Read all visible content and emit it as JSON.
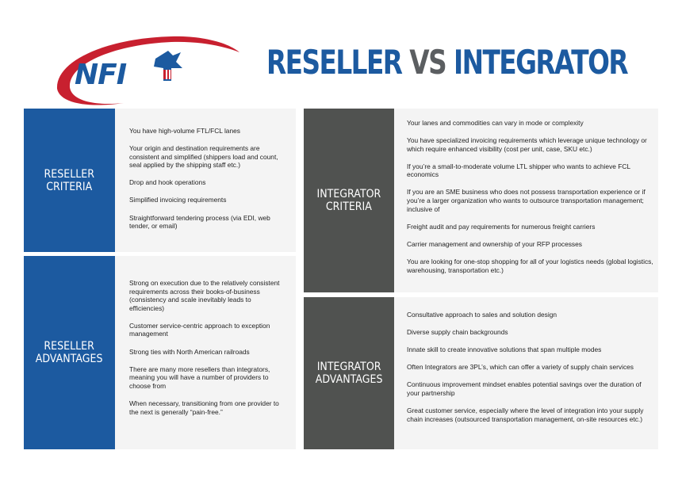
{
  "logo": {
    "text": "NFI"
  },
  "title": {
    "part1": "RESELLER",
    "vs": " VS ",
    "part2": "INTEGRATOR"
  },
  "colors": {
    "brand_blue": "#1c5aa0",
    "dark_gray": "#505250",
    "logo_red": "#c8202f"
  },
  "sections": {
    "reseller_criteria": {
      "label_line1": "RESELLER",
      "label_line2": "CRITERIA",
      "items": [
        "You have high-volume FTL/FCL lanes",
        "Your origin and destination requirements are consistent and simplified (shippers load and count, seal applied by the shipping staff etc.)",
        "Drop and hook operations",
        "Simplified invoicing requirements",
        "Straightforward tendering process (via EDI, web tender, or email)"
      ]
    },
    "reseller_advantages": {
      "label_line1": "RESELLER",
      "label_line2": "ADVANTAGES",
      "items": [
        "Strong on execution due to the relatively consistent requirements across their books-of-business (consistency and scale inevitably leads to efficiencies)",
        "Customer service-centric approach to exception management",
        "Strong ties with North American railroads",
        "There are many more resellers than integrators, meaning you will have a number of providers to choose from",
        "When necessary, transitioning from one provider to the next is generally “pain-free.”"
      ]
    },
    "integrator_criteria": {
      "label_line1": "INTEGRATOR",
      "label_line2": "CRITERIA",
      "items": [
        "Your lanes and commodities can vary in mode or complexity",
        "You have specialized invoicing requirements which leverage unique technology or which require enhanced visibility (cost per unit, case, SKU etc.)",
        "If you’re a small-to-moderate volume LTL shipper who wants to achieve FCL economics",
        "If you are an SME business who does not possess transportation experience or if you’re a larger organization who wants to outsource transportation management; inclusive of",
        "Freight audit and pay requirements for numerous freight carriers",
        "Carrier management and ownership of your RFP processes",
        "You are looking for one-stop shopping for all of your logistics needs (global logistics, warehousing, transportation etc.)"
      ]
    },
    "integrator_advantages": {
      "label_line1": "INTEGRATOR",
      "label_line2": "ADVANTAGES",
      "items": [
        "Consultative approach to sales and solution design",
        "Diverse supply chain backgrounds",
        "Innate skill to create innovative solutions that span multiple modes",
        "Often Integrators are 3PL’s, which can offer a variety of supply chain services",
        "Continuous improvement mindset enables potential savings over the duration of your partnership",
        "Great customer service, especially where the level of integration into your supply chain increases (outsourced transportation management, on-site resources etc.)"
      ]
    }
  }
}
